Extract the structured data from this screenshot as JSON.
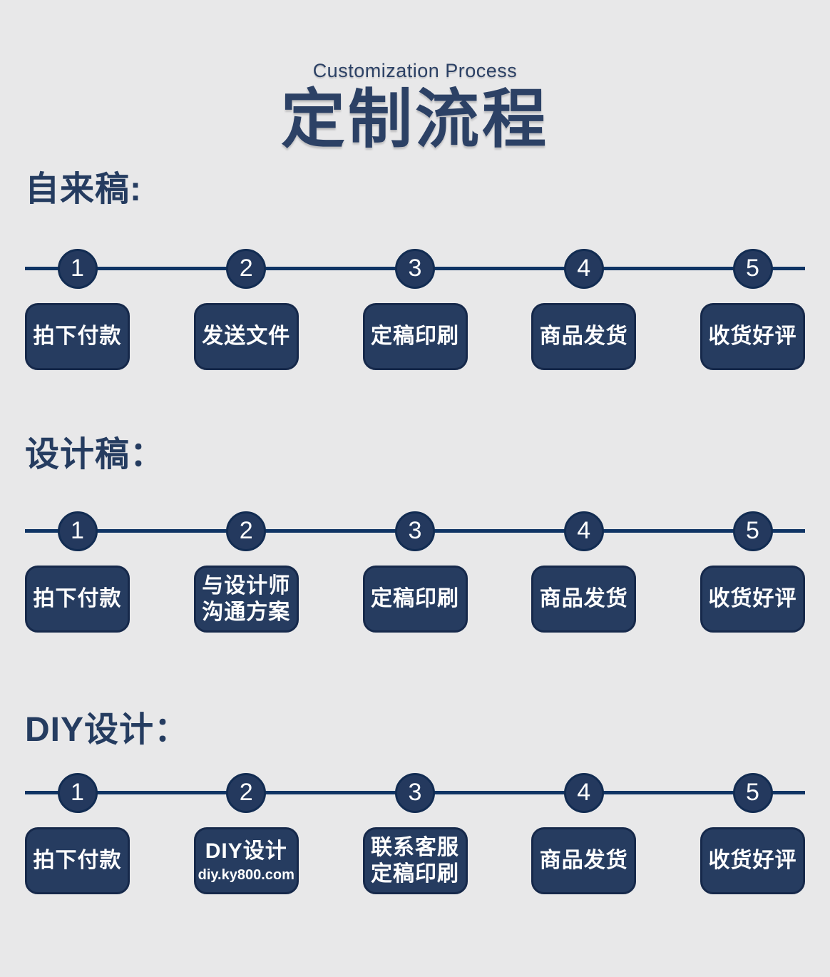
{
  "header": {
    "subtitle_en": "Customization Process",
    "title_zh": "定制流程"
  },
  "colors": {
    "background": "#e8e8e9",
    "title_navy": "#2c4165",
    "heading_navy": "#253c60",
    "timeline_line": "#0f3464",
    "circle_fill": "#24395e",
    "circle_border": "#122c52",
    "box_fill": "#263c60",
    "box_border": "#16294b",
    "text_on_navy": "#ffffff"
  },
  "sections": [
    {
      "heading": "自来稿:",
      "steps": [
        {
          "num": "1",
          "label": "拍下付款"
        },
        {
          "num": "2",
          "label": "发送文件"
        },
        {
          "num": "3",
          "label": "定稿印刷"
        },
        {
          "num": "4",
          "label": "商品发货"
        },
        {
          "num": "5",
          "label": "收货好评"
        }
      ]
    },
    {
      "heading": "设计稿：",
      "steps": [
        {
          "num": "1",
          "label": "拍下付款"
        },
        {
          "num": "2",
          "label": "与设计师\n沟通方案"
        },
        {
          "num": "3",
          "label": "定稿印刷"
        },
        {
          "num": "4",
          "label": "商品发货"
        },
        {
          "num": "5",
          "label": "收货好评"
        }
      ]
    },
    {
      "heading": "DIY设计：",
      "steps": [
        {
          "num": "1",
          "label": "拍下付款"
        },
        {
          "num": "2",
          "label": "DIY设计",
          "sub": "diy.ky800.com"
        },
        {
          "num": "3",
          "label": "联系客服\n定稿印刷"
        },
        {
          "num": "4",
          "label": "商品发货"
        },
        {
          "num": "5",
          "label": "收货好评"
        }
      ]
    }
  ]
}
